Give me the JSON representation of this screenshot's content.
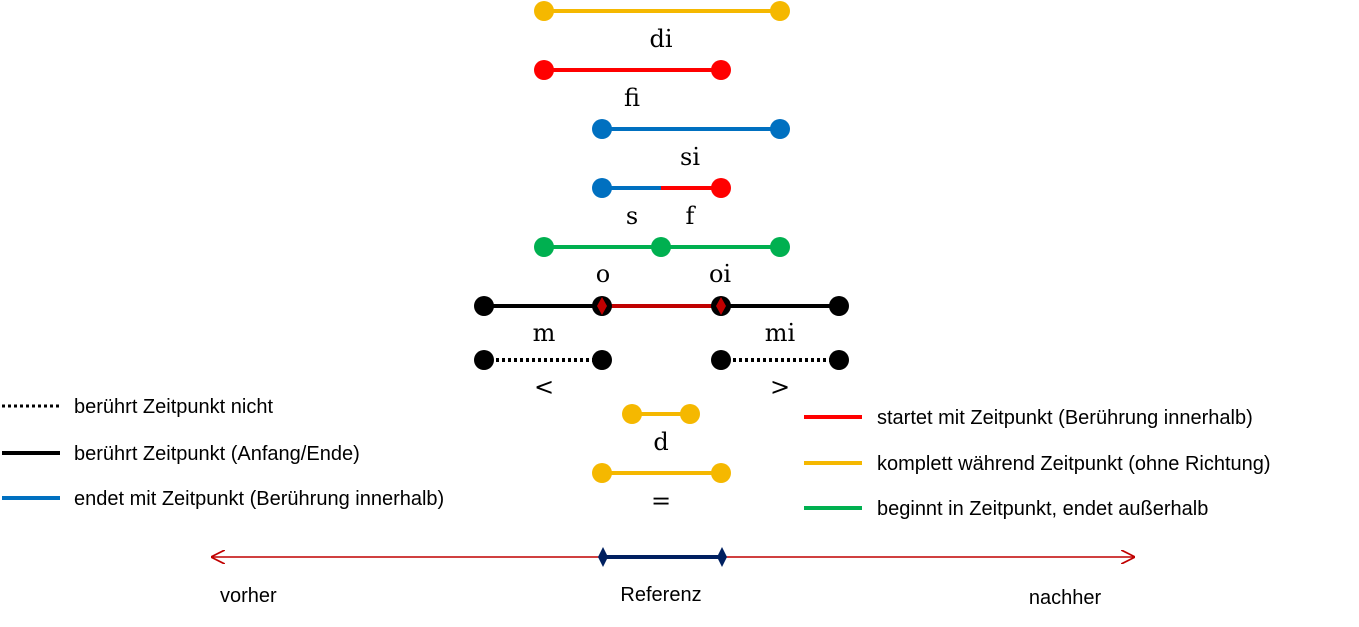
{
  "colors": {
    "yellow": "#f5b800",
    "red": "#ff0000",
    "blue": "#0070c0",
    "green": "#00b050",
    "black": "#000000",
    "darkred": "#c00000",
    "axis": "#c00000",
    "navy": "#002060"
  },
  "relations": {
    "di": "di",
    "fi": "fi",
    "si": "si",
    "s": "s",
    "f": "f",
    "o": "o",
    "oi": "oi",
    "m": "m",
    "mi": "mi",
    "lt": "<",
    "gt": ">",
    "d": "d",
    "eq": "="
  },
  "legend": {
    "dotted": "berührt Zeitpunkt nicht",
    "black": "berührt Zeitpunkt (Anfang/Ende)",
    "blue": "endet mit Zeitpunkt (Berührung innerhalb)",
    "red": "startet mit Zeitpunkt (Berührung innerhalb)",
    "yellow": "komplett während Zeitpunkt (ohne Richtung)",
    "green": "beginnt in Zeitpunkt, endet außerhalb"
  },
  "axis": {
    "before": "vorher",
    "reference": "Referenz",
    "after": "nachher"
  }
}
